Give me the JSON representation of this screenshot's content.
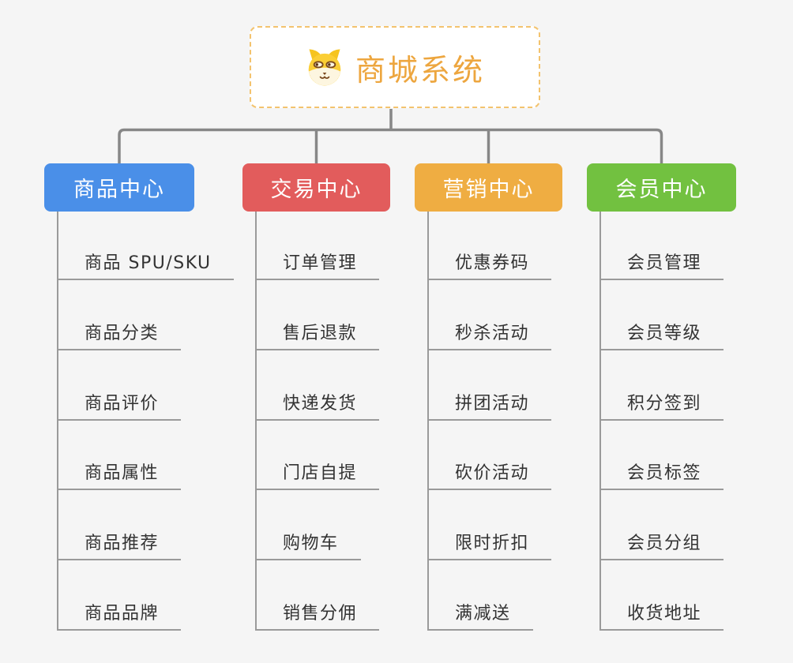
{
  "root": {
    "title": "商城系统",
    "icon": "dog-icon"
  },
  "branches": [
    {
      "label": "商品中心",
      "color": "#4a8fe8",
      "items": [
        "商品 SPU/SKU",
        "商品分类",
        "商品评价",
        "商品属性",
        "商品推荐",
        "商品品牌"
      ]
    },
    {
      "label": "交易中心",
      "color": "#e25c5c",
      "items": [
        "订单管理",
        "售后退款",
        "快递发货",
        "门店自提",
        "购物车",
        "销售分佣"
      ]
    },
    {
      "label": "营销中心",
      "color": "#efad42",
      "items": [
        "优惠券码",
        "秒杀活动",
        "拼团活动",
        "砍价活动",
        "限时折扣",
        "满减送"
      ]
    },
    {
      "label": "会员中心",
      "color": "#72c140",
      "items": [
        "会员管理",
        "会员等级",
        "积分签到",
        "会员标签",
        "会员分组",
        "收货地址"
      ]
    }
  ],
  "colors": {
    "background": "#f5f5f5",
    "root_border": "#f3c36e",
    "root_text": "#eda63f",
    "connector": "#878787",
    "leaf_line": "#9a9a9a",
    "leaf_text": "#333333"
  }
}
